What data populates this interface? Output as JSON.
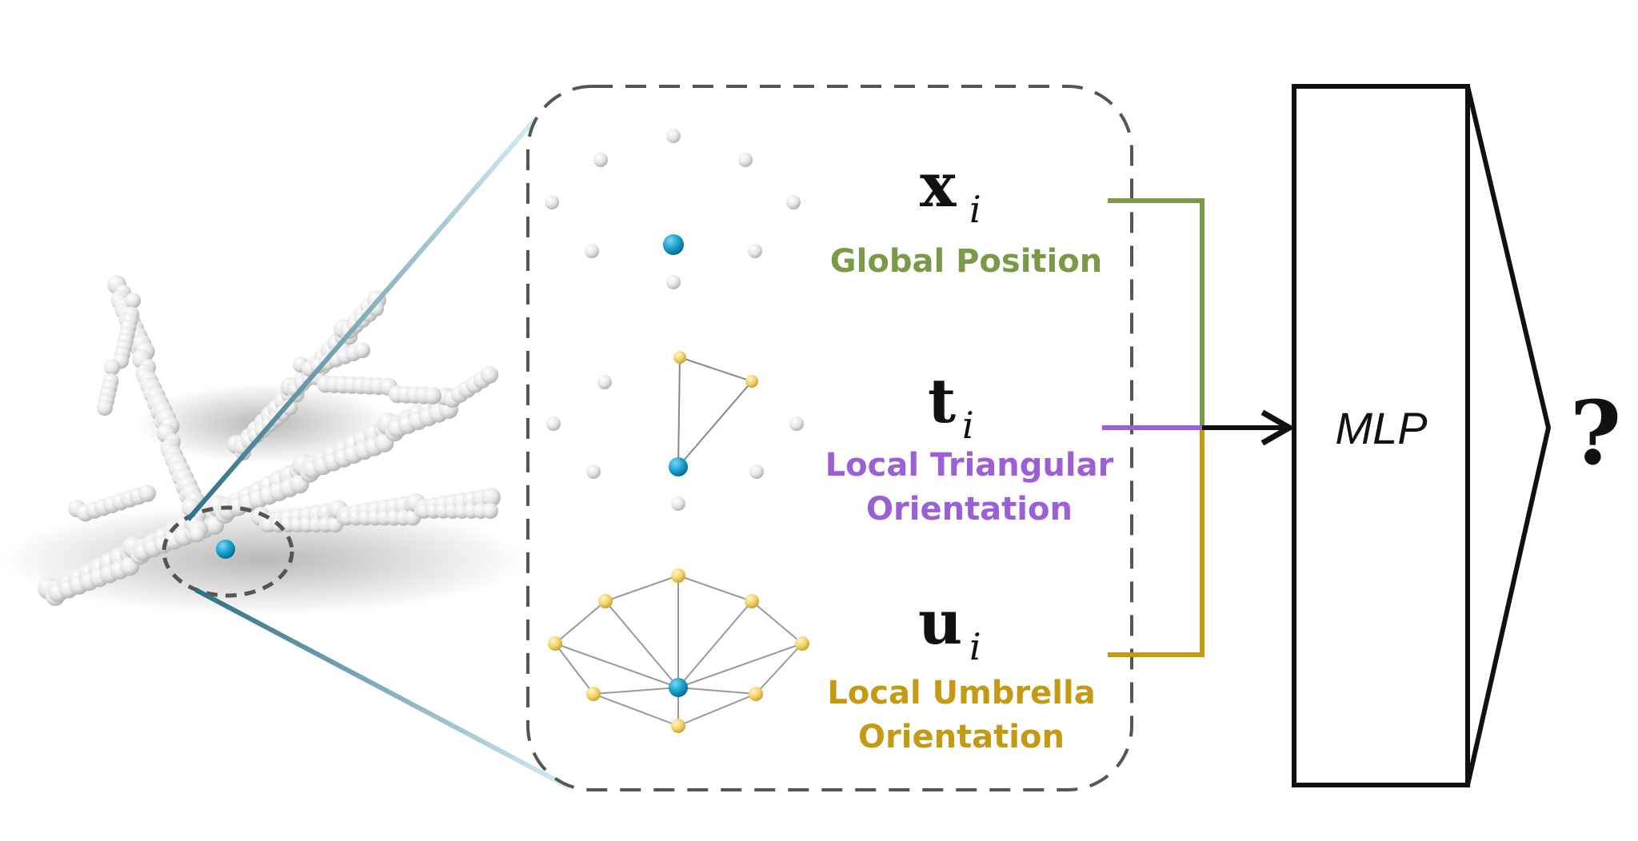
{
  "features": [
    {
      "symbol_main": "x",
      "symbol_sub": "i",
      "label_lines": [
        "Global Position"
      ],
      "color": "#7a9a48"
    },
    {
      "symbol_main": "t",
      "symbol_sub": "i",
      "label_lines": [
        "Local Triangular",
        "Orientation"
      ],
      "color": "#9b5fd6"
    },
    {
      "symbol_main": "u",
      "symbol_sub": "i",
      "label_lines": [
        "Local Umbrella",
        "Orientation"
      ],
      "color": "#c49a14"
    }
  ],
  "mlp": {
    "label": "MLP"
  },
  "output": {
    "label": "?"
  },
  "colors": {
    "center_point": "#1aa3d0",
    "neighbor_point": "#f2d26a",
    "grey_point": "#d9d9d9",
    "zoom_lines": "#7ab3c4",
    "dashed_box": "#555555"
  }
}
